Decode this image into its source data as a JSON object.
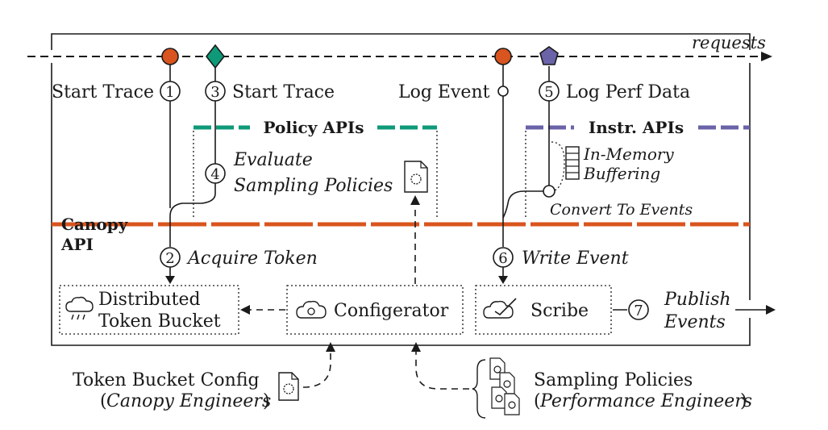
{
  "colors": {
    "orange": "#d9541e",
    "green": "#0e9a78",
    "purple": "#6a63a8",
    "ink": "#1a1a1a"
  },
  "requests_label": "requests",
  "steps": {
    "s1": {
      "num": "1",
      "label": "Start Trace"
    },
    "s2": {
      "num": "2",
      "label": "Acquire Token"
    },
    "s3": {
      "num": "3",
      "label": "Start Trace"
    },
    "s4": {
      "num": "4",
      "label_line1": "Evaluate",
      "label_line2": "Sampling Policies"
    },
    "s5": {
      "num": "5",
      "label": "Log Perf Data"
    },
    "s6": {
      "num": "6",
      "label": "Write Event"
    },
    "s7": {
      "num": "7",
      "label_line1": "Publish",
      "label_line2": "Events"
    }
  },
  "log_event_label": "Log Event",
  "policy_apis": "Policy APIs",
  "instr_apis": "Instr. APIs",
  "canopy_api": {
    "line1": "Canopy",
    "line2": "API"
  },
  "in_memory": {
    "line1": "In-Memory",
    "line2": "Buffering"
  },
  "convert_label": "Convert To Events",
  "boxes": {
    "token_bucket": {
      "line1": "Distributed",
      "line2": "Token Bucket"
    },
    "configerator": "Configerator",
    "scribe": "Scribe"
  },
  "bottom": {
    "token_config": "Token Bucket Config",
    "token_config_who": "Canopy Engineers",
    "sampling": "Sampling Policies",
    "sampling_who": "Performance Engineers"
  },
  "icons": [
    "cloud-rain-icon",
    "cloud-gear-icon",
    "cloud-check-icon",
    "document-gear-icon",
    "buffer-stack-icon",
    "users-icon"
  ]
}
